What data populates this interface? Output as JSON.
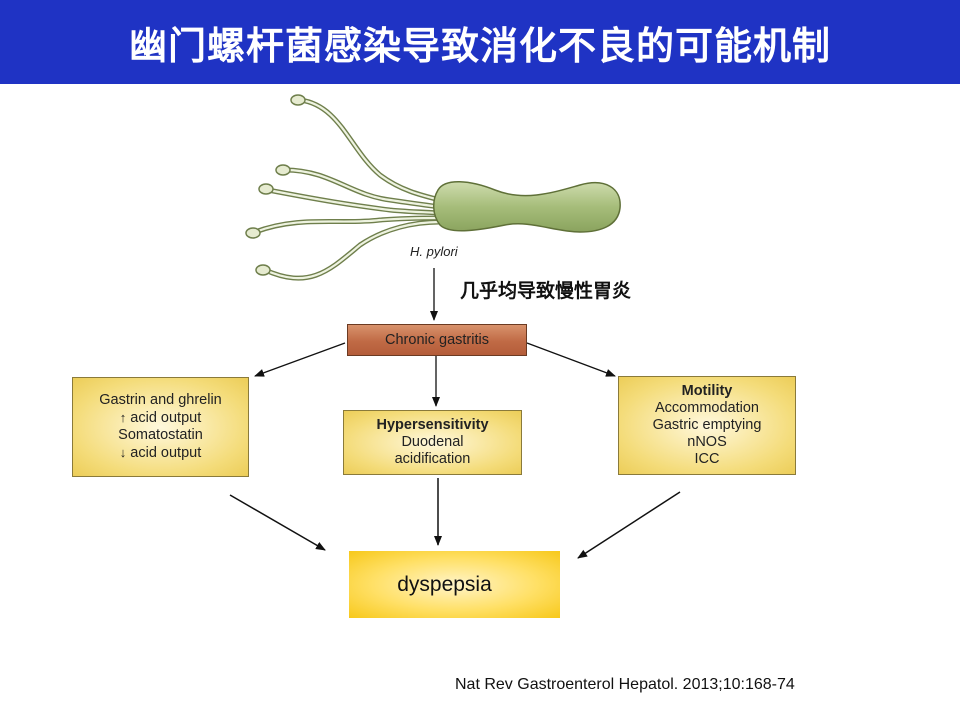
{
  "title": "幽门螺杆菌感染导致消化不良的可能机制",
  "bacterium_label": "H. pylori",
  "causes_label": "几乎均导致慢性胃炎",
  "center_node": "Chronic gastritis",
  "left_box": {
    "line1": "Gastrin and ghrelin",
    "line2_arrow": "↑",
    "line2": "acid output",
    "line3": "Somatostatin",
    "line4_arrow": "↓",
    "line4": "acid output"
  },
  "middle_box": {
    "heading": "Hypersensitivity",
    "line1": "Duodenal",
    "line2": "acidification"
  },
  "right_box": {
    "heading": "Motility",
    "line1": "Accommodation",
    "line2": "Gastric emptying",
    "line3": "nNOS",
    "line4": "ICC"
  },
  "outcome": "dyspepsia",
  "citation": "Nat Rev Gastroenterol Hepatol. 2013;10:168-74",
  "colors": {
    "title_bar": "#1f33c4",
    "gastritis_box": "#c06a45",
    "mechanism_box": "#f4dc7a",
    "outcome_box": "#ffd21f",
    "bacterium_body": "#a9c07f"
  }
}
